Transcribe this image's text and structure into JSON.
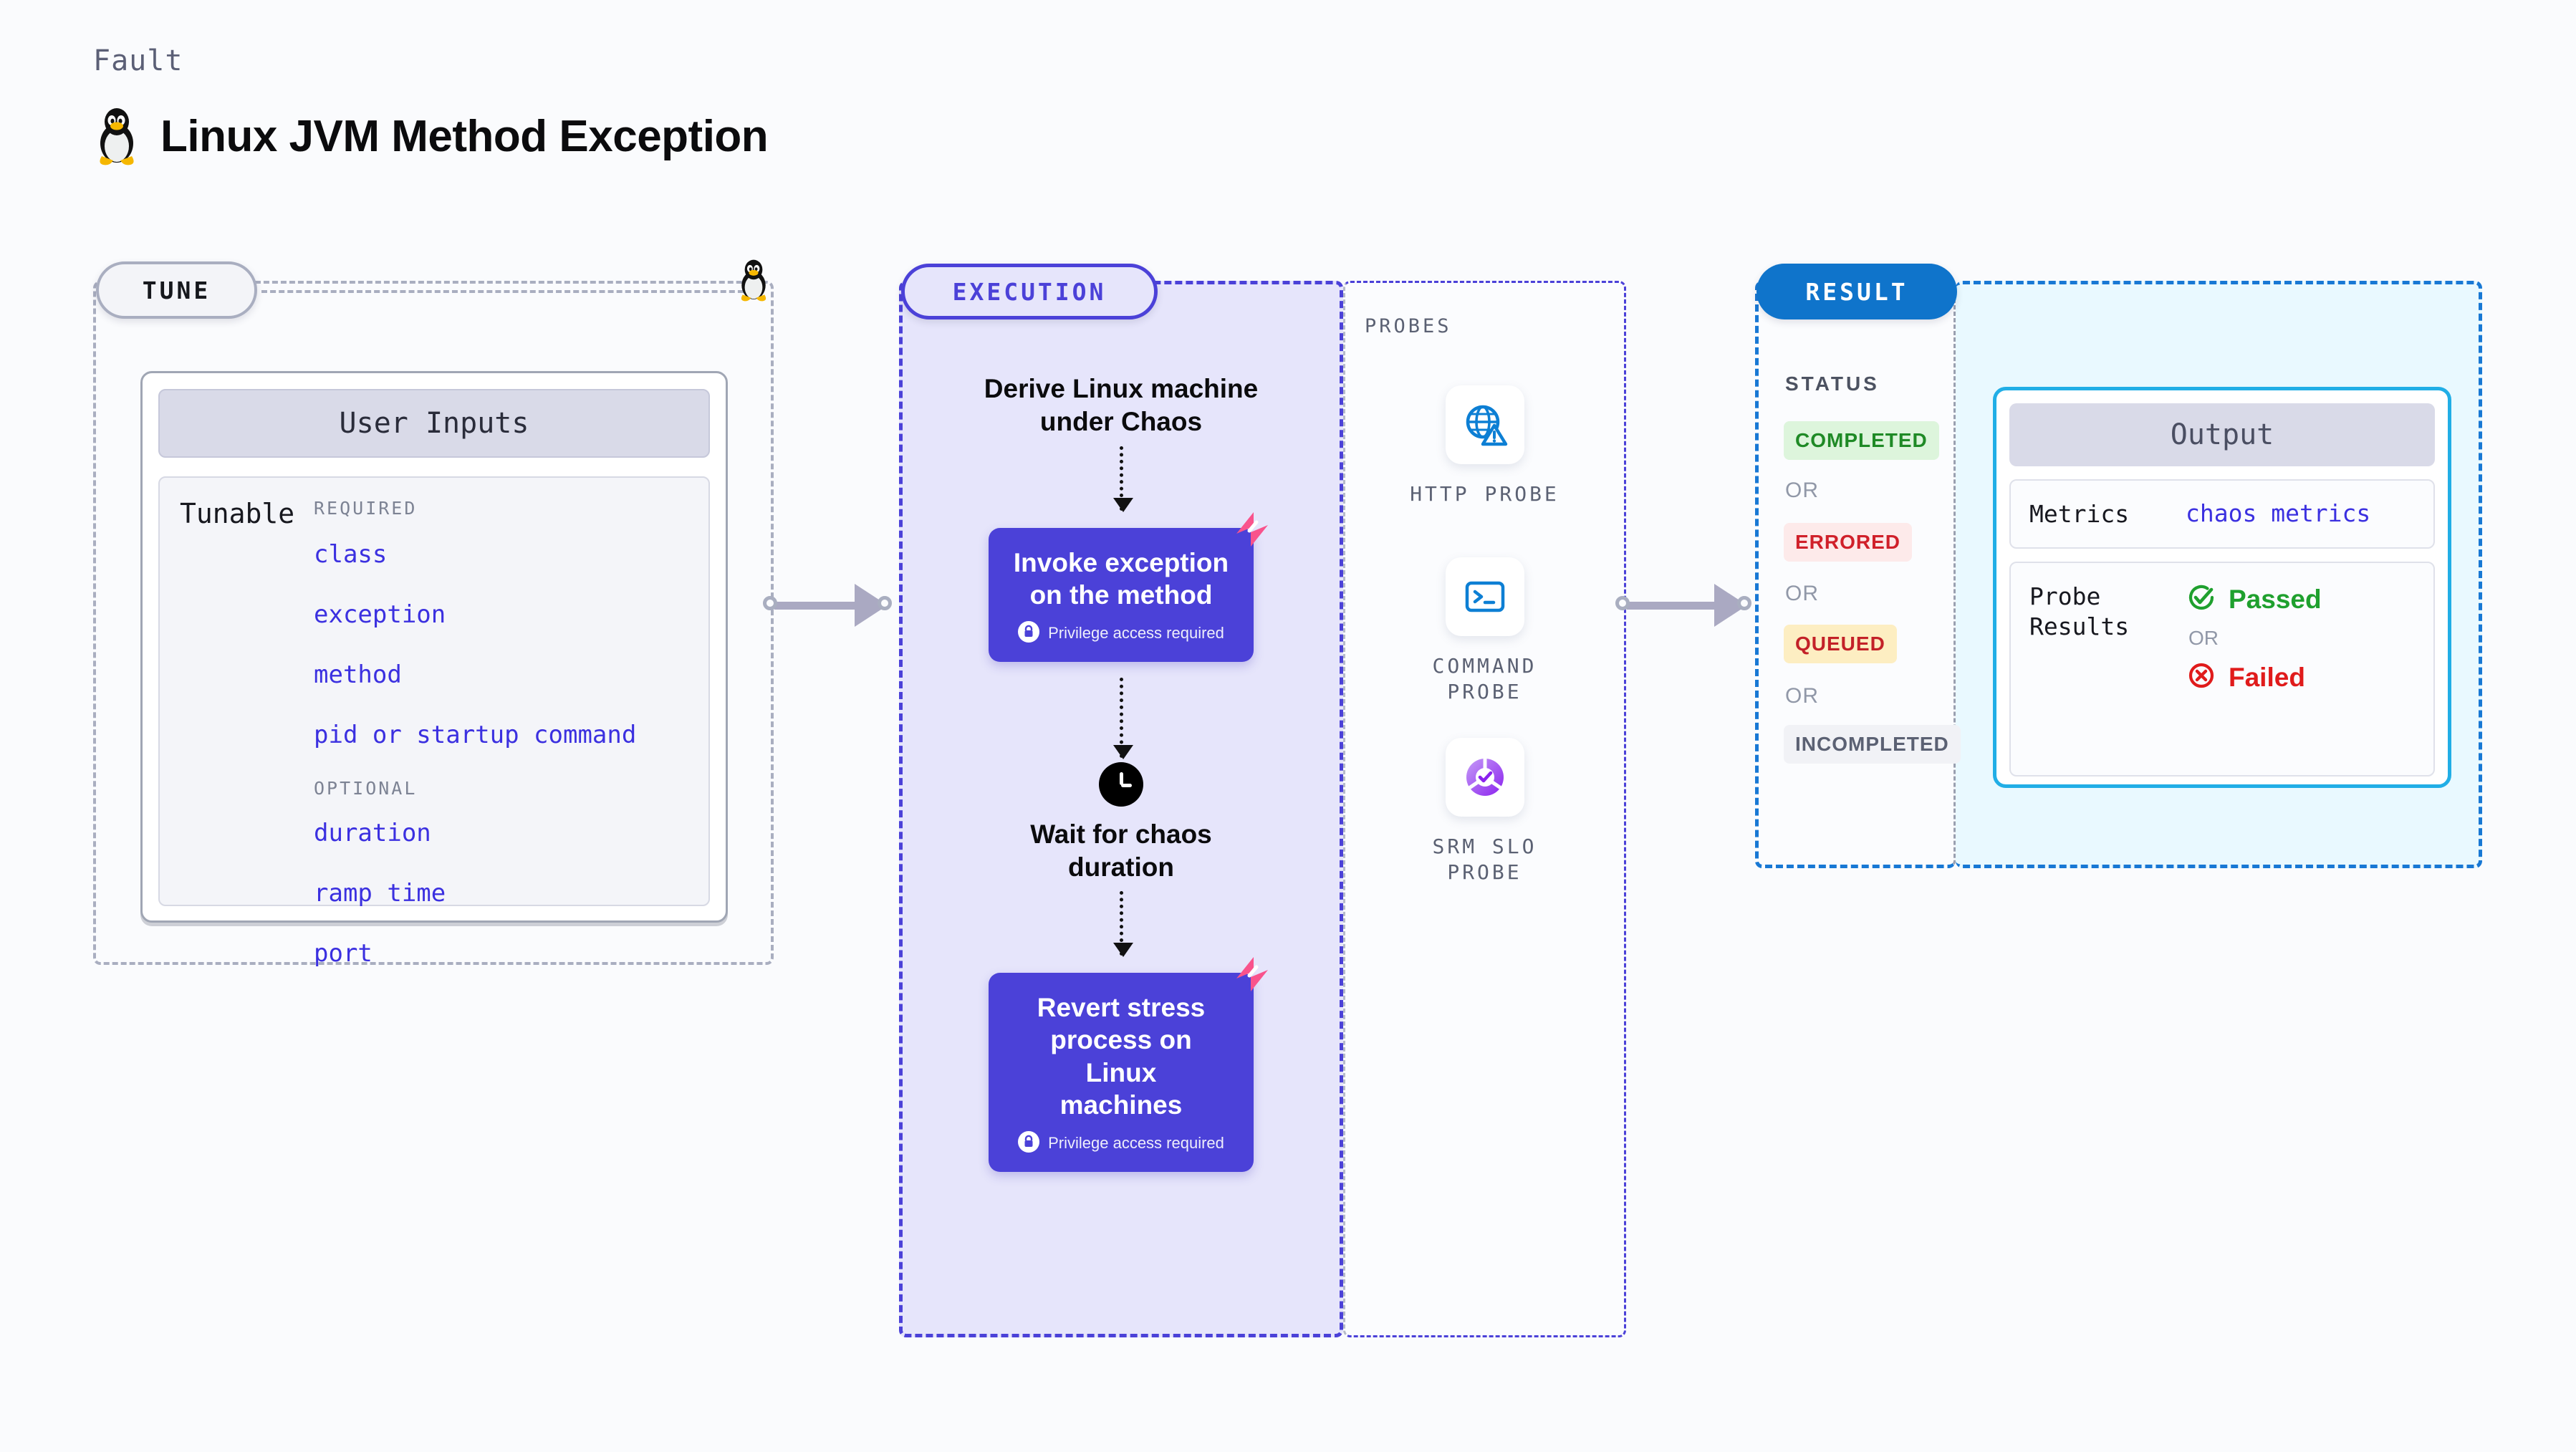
{
  "header": {
    "kicker": "Fault",
    "title": "Linux JVM Method Exception",
    "icon": "linux-penguin-icon"
  },
  "tune": {
    "pill_label": "TUNE",
    "card_title": "User Inputs",
    "tunable_label": "Tunable",
    "groups": [
      {
        "heading": "REQUIRED",
        "items": [
          "class",
          "exception",
          "method",
          "pid or startup command"
        ]
      },
      {
        "heading": "OPTIONAL",
        "items": [
          "duration",
          "ramp time",
          "port"
        ]
      }
    ]
  },
  "execution": {
    "pill_label": "EXECUTION",
    "steps": [
      {
        "kind": "text",
        "label": "Derive Linux machine\nunder Chaos"
      },
      {
        "kind": "action",
        "label": "Invoke exception\non the method",
        "badge": "Privilege access required",
        "badge_icon": "lock-icon",
        "corner_icon": "harness-chaos-mark"
      },
      {
        "kind": "wait",
        "icon": "clock-icon",
        "label": "Wait for chaos\nduration"
      },
      {
        "kind": "action",
        "label": "Revert stress\nprocess on Linux\nmachines",
        "badge": "Privilege access required",
        "badge_icon": "lock-icon",
        "corner_icon": "harness-chaos-mark"
      }
    ]
  },
  "probes": {
    "title": "PROBES",
    "items": [
      {
        "label": "HTTP  PROBE",
        "icon": "globe-warning-icon"
      },
      {
        "label": "COMMAND\nPROBE",
        "icon": "terminal-icon"
      },
      {
        "label": "SRM  SLO\nPROBE",
        "icon": "slo-donut-check-icon"
      }
    ]
  },
  "result": {
    "pill_label": "RESULT",
    "status_title": "STATUS",
    "or_label": "OR",
    "statuses": [
      {
        "label": "COMPLETED",
        "bg": "#ddf5dc",
        "fg": "#1f8a26"
      },
      {
        "label": "ERRORED",
        "bg": "#fdeaea",
        "fg": "#d0202a"
      },
      {
        "label": "QUEUED",
        "bg": "#fdeec2",
        "fg": "#c32128"
      },
      {
        "label": "INCOMPLETED",
        "bg": "#f1f2f6",
        "fg": "#5b6173"
      }
    ],
    "output": {
      "title": "Output",
      "metrics_key": "Metrics",
      "metrics_value": "chaos metrics",
      "probe_results_key": "Probe\nResults",
      "passed_label": "Passed",
      "failed_label": "Failed",
      "or_label": "OR",
      "passed_icon": "check-circle-icon",
      "failed_icon": "x-circle-icon"
    }
  },
  "colors": {
    "accent_purple": "#4b41d8",
    "accent_blue": "#1878d4",
    "accent_cyan": "#21aee6",
    "link_blue": "#3b30e0",
    "chaos_pink": "#f9538c",
    "page_bg": "#fafbfd"
  }
}
